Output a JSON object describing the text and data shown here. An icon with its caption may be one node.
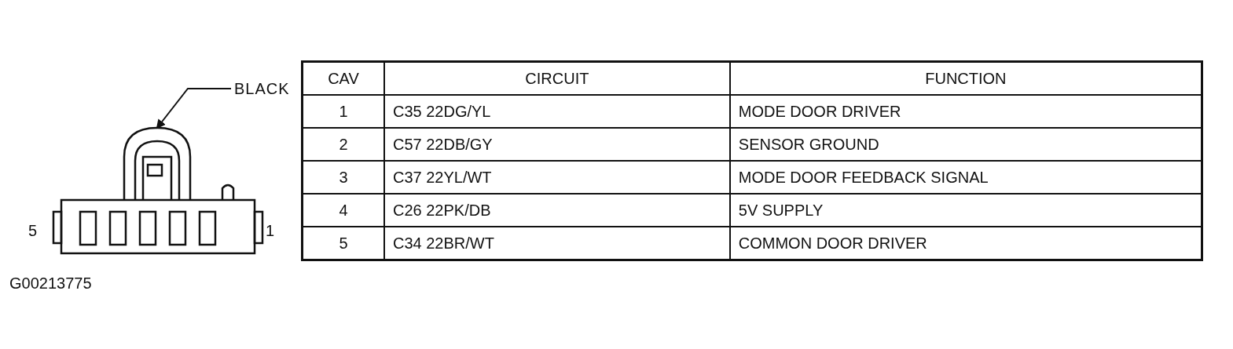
{
  "diagram": {
    "nodes": [
      {
        "text": [
          "BLACK"
        ]
      },
      {
        "text": [],
        "shape": "picture"
      }
    ],
    "edges": [
      {
        "from": 0,
        "to": 1,
        "arrow": "to"
      }
    ],
    "labels": [
      "CAV",
      "CIRCUIT",
      "FUNCTION",
      "1",
      "C35 22DG/YL",
      "MODE DOOR DRIVER",
      "2",
      "C57 22DB/GY",
      "SENSOR GROUND",
      "3",
      "C37 22YL/WT",
      "MODE DOOR FEEDBACK SIGNAL",
      "4",
      "C26 22PK/DB",
      "5V SUPPLY",
      "5",
      "C34 22BR/WT",
      "COMMON DOOR DRIVER",
      "5",
      "1",
      "G00213775"
    ]
  }
}
